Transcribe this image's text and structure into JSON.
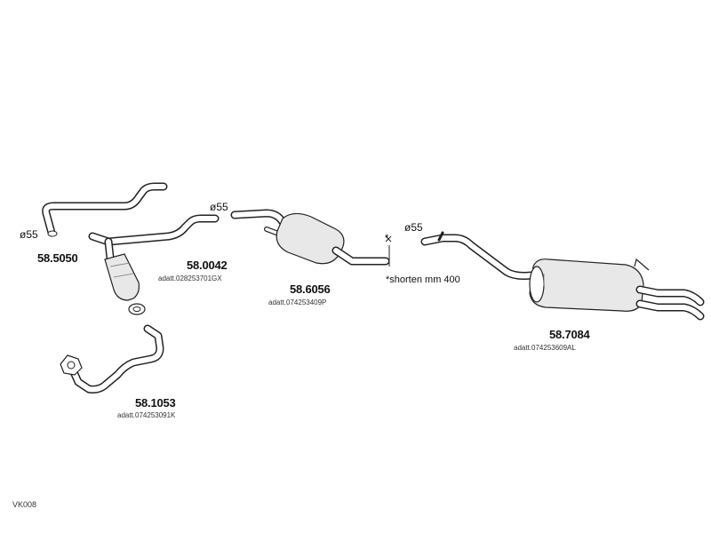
{
  "diagram": {
    "parts": [
      {
        "number": "58.5050",
        "diameter": "ø55"
      },
      {
        "number": "58.0042",
        "diameter": "ø55",
        "reference": "adatt.028253701GX"
      },
      {
        "number": "58.1053",
        "reference": "adatt.074253091K"
      },
      {
        "number": "58.6056",
        "diameter": "ø55",
        "reference": "adatt.074253409P",
        "note": "*shorten mm 400",
        "marker": "*"
      },
      {
        "number": "58.7084",
        "reference": "adatt.074253609AL"
      }
    ],
    "code": "VK008"
  }
}
